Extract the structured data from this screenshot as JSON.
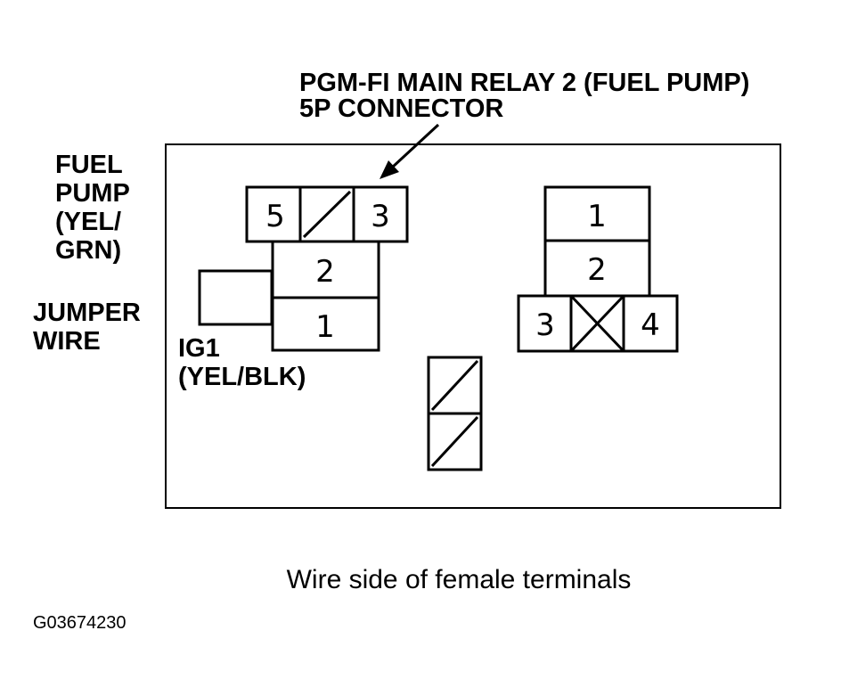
{
  "title": {
    "line1": "PGM-FI MAIN RELAY 2 (FUEL PUMP)",
    "line2": "5P CONNECTOR"
  },
  "left_labels": {
    "fuel_pump": [
      "FUEL",
      "PUMP",
      "(YEL/",
      "GRN)"
    ],
    "jumper_wire": [
      "JUMPER",
      "WIRE"
    ],
    "ig1": [
      "IG1",
      "(YEL/BLK)"
    ]
  },
  "connector_5p": {
    "pins": {
      "p5": "5",
      "p3": "3",
      "p2": "2",
      "p1": "1"
    }
  },
  "connector_4p": {
    "pins": {
      "p1": "1",
      "p2": "2",
      "p3": "3",
      "p4": "4"
    }
  },
  "caption": "Wire side of female terminals",
  "figure_code": "G03674230",
  "colors": {
    "ink": "#000000",
    "background": "#ffffff"
  }
}
